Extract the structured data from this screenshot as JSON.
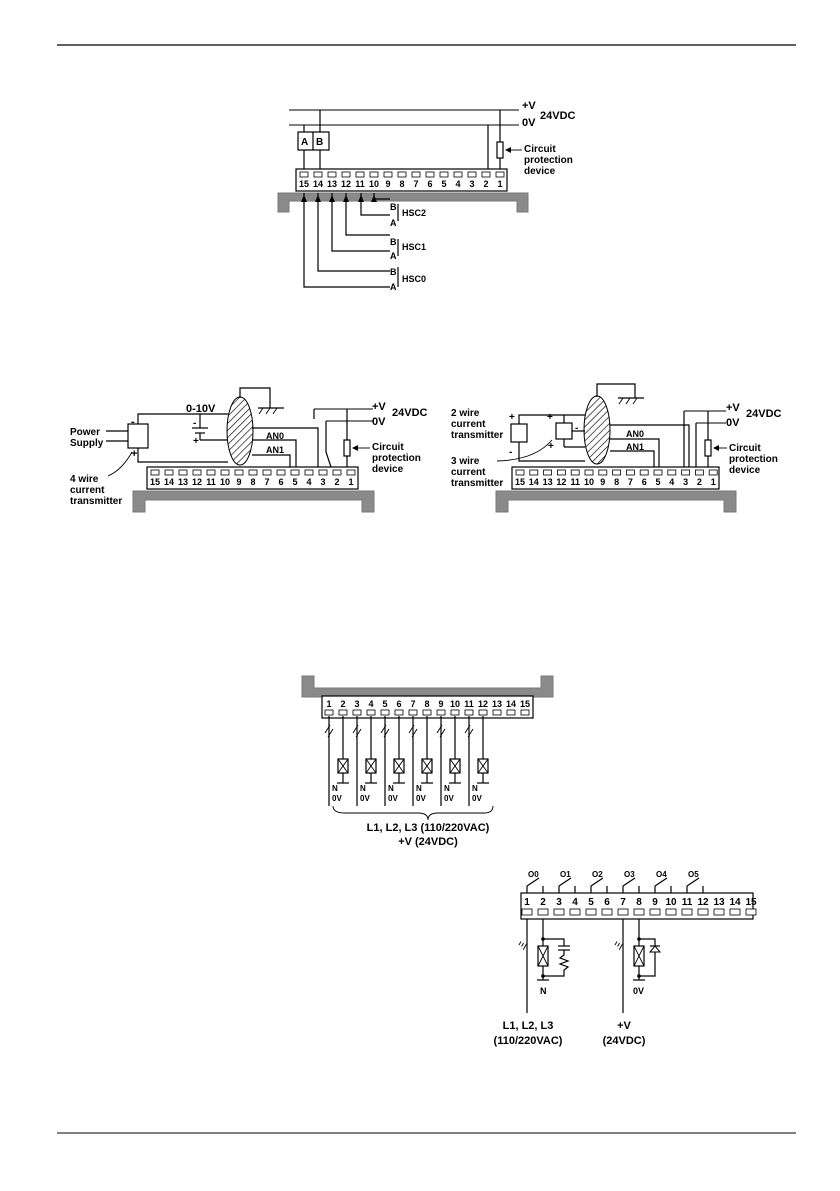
{
  "hsc_diagram": {
    "supply_pos": "+V",
    "supply_neg": "0V",
    "supply_voltage": "24VDC",
    "encoder_a": "A",
    "encoder_b": "B",
    "protection": [
      "Circuit",
      "protection",
      "device"
    ],
    "terminals": [
      "15",
      "14",
      "13",
      "12",
      "11",
      "10",
      "9",
      "8",
      "7",
      "6",
      "5",
      "4",
      "3",
      "2",
      "1"
    ],
    "counters": [
      {
        "name": "HSC2",
        "b": "B",
        "a": "A"
      },
      {
        "name": "HSC1",
        "b": "B",
        "a": "A"
      },
      {
        "name": "HSC0",
        "b": "B",
        "a": "A"
      }
    ]
  },
  "analog_left": {
    "power_supply": [
      "Power",
      "Supply"
    ],
    "range": "0-10V",
    "minus": "-",
    "plus": "+",
    "an0": "AN0",
    "an1": "AN1",
    "transmitter": [
      "4 wire",
      "current",
      "transmitter"
    ],
    "supply_pos": "+V",
    "supply_neg": "0V",
    "supply_voltage": "24VDC",
    "protection": [
      "Circuit",
      "protection",
      "device"
    ],
    "terminals": [
      "15",
      "14",
      "13",
      "12",
      "11",
      "10",
      "9",
      "8",
      "7",
      "6",
      "5",
      "4",
      "3",
      "2",
      "1"
    ]
  },
  "analog_right": {
    "two_wire": [
      "2 wire",
      "current",
      "transmitter"
    ],
    "three_wire": [
      "3 wire",
      "current",
      "transmitter"
    ],
    "plus": "+",
    "minus": "-",
    "an0": "AN0",
    "an1": "AN1",
    "supply_pos": "+V",
    "supply_neg": "0V",
    "supply_voltage": "24VDC",
    "protection": [
      "Circuit",
      "protection",
      "device"
    ],
    "terminals": [
      "15",
      "14",
      "13",
      "12",
      "11",
      "10",
      "9",
      "8",
      "7",
      "6",
      "5",
      "4",
      "3",
      "2",
      "1"
    ]
  },
  "relay_outputs": {
    "terminals": [
      "1",
      "2",
      "3",
      "4",
      "5",
      "6",
      "7",
      "8",
      "9",
      "10",
      "11",
      "12",
      "13",
      "14",
      "15"
    ],
    "load_neutral": "N",
    "load_zero": "0V",
    "supply": [
      "L1, L2, L3 (110/220VAC)",
      "+V (24VDC)"
    ]
  },
  "output_protection": {
    "outputs": [
      "O0",
      "O1",
      "O2",
      "O3",
      "O4",
      "O5"
    ],
    "terminals": [
      "1",
      "2",
      "3",
      "4",
      "5",
      "6",
      "7",
      "8",
      "9",
      "10",
      "11",
      "12",
      "13",
      "14",
      "15"
    ],
    "neutral": "N",
    "zero": "0V",
    "ac_supply": [
      "L1, L2, L3",
      "(110/220VAC)"
    ],
    "dc_supply": [
      "+V",
      "(24VDC)"
    ]
  }
}
